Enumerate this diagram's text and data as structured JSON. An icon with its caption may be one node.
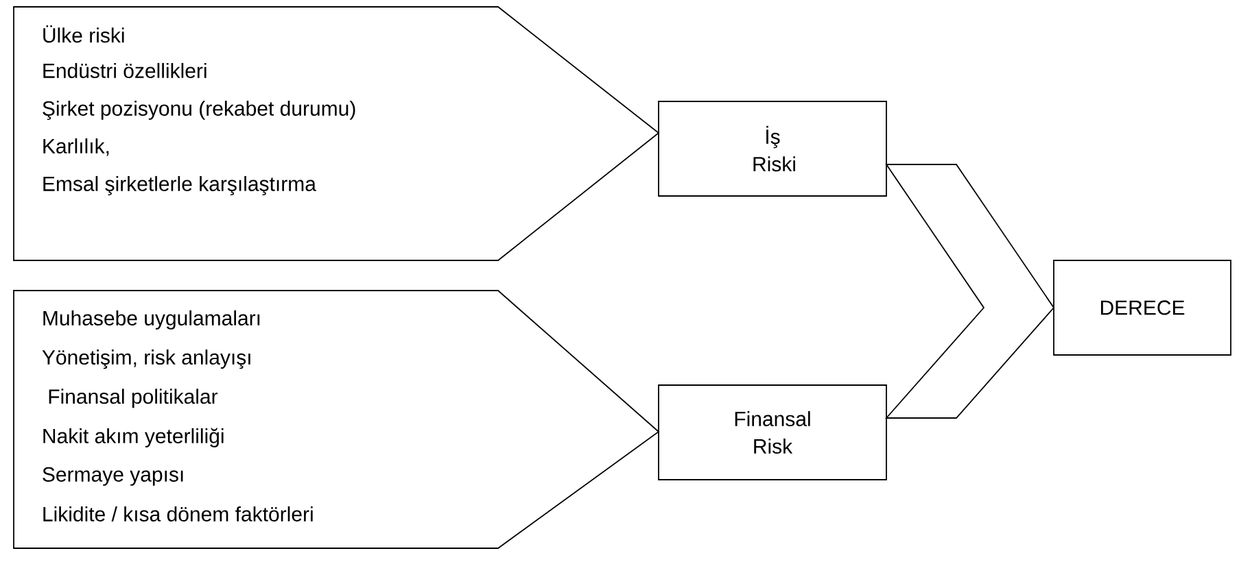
{
  "diagram": {
    "nodes": [
      {
        "text": [
          "Ülke riski",
          "Endüstri özellikleri",
          "Şirket pozisyonu (rekabet durumu)",
          "Karlılık,",
          "Emsal şirketlerle karşılaştırma"
        ]
      },
      {
        "text": [
          "İş Riski"
        ]
      },
      {
        "text": [
          "Muhasebe uygulamaları",
          "Yönetişim, risk anlayışı",
          " Finansal politikalar",
          "Nakit akım yeterliliği",
          "Sermaye yapısı",
          "Likidite / kısa dönem faktörleri"
        ]
      },
      {
        "text": [
          "Finansal Risk"
        ]
      },
      {
        "text": [
          "DERECE"
        ]
      }
    ],
    "edges": [
      {
        "from": 1,
        "to": 4,
        "arrow": "to"
      },
      {
        "from": 3,
        "to": 4,
        "arrow": "to"
      },
      {
        "from": 0,
        "to": 1,
        "arrow": "to"
      },
      {
        "from": 2,
        "to": 3,
        "arrow": "to"
      }
    ]
  }
}
